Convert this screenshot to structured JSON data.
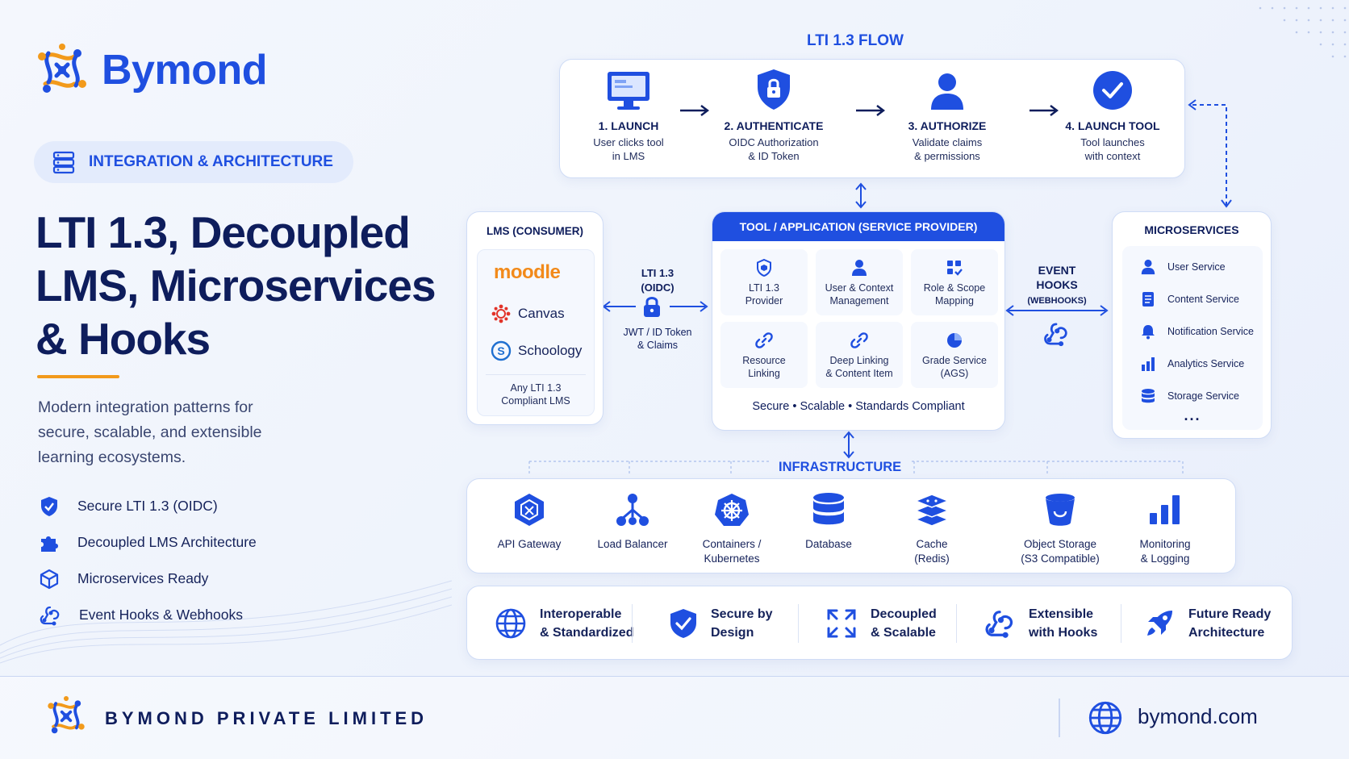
{
  "brand": {
    "name": "Bymond"
  },
  "tag": {
    "label": "INTEGRATION & ARCHITECTURE"
  },
  "title": {
    "line1": "LTI 1.3, Decoupled",
    "line2": "LMS, Microservices",
    "line3": "& Hooks"
  },
  "description": "Modern integration patterns for secure, scalable, and extensible learning ecosystems.",
  "features": [
    {
      "label": "Secure LTI 1.3 (OIDC)",
      "icon": "shield-icon"
    },
    {
      "label": "Decoupled LMS Architecture",
      "icon": "puzzle-icon"
    },
    {
      "label": "Microservices Ready",
      "icon": "cube-icon"
    },
    {
      "label": "Event Hooks & Webhooks",
      "icon": "webhook-icon"
    }
  ],
  "flow": {
    "title": "LTI 1.3 FLOW",
    "steps": [
      {
        "title": "1. LAUNCH",
        "line1": "User clicks tool",
        "line2": "in LMS",
        "icon": "monitor-icon"
      },
      {
        "title": "2. AUTHENTICATE",
        "line1": "OIDC Authorization",
        "line2": "& ID Token",
        "icon": "shield-lock-icon"
      },
      {
        "title": "3. AUTHORIZE",
        "line1": "Validate claims",
        "line2": "& permissions",
        "icon": "user-icon"
      },
      {
        "title": "4. LAUNCH TOOL",
        "line1": "Tool launches",
        "line2": "with context",
        "icon": "check-circle-icon"
      }
    ]
  },
  "lms": {
    "header": "LMS (CONSUMER)",
    "items": [
      "moodle",
      "Canvas",
      "Schoology"
    ],
    "footer1": "Any LTI 1.3",
    "footer2": "Compliant LMS"
  },
  "lti_link": {
    "line1": "LTI 1.3",
    "line2": "(OIDC)",
    "sub1": "JWT / ID Token",
    "sub2": "& Claims"
  },
  "tool": {
    "header": "TOOL / APPLICATION (SERVICE PROVIDER)",
    "cells": [
      {
        "l1": "LTI 1.3",
        "l2": "Provider",
        "icon": "cube-shield-icon"
      },
      {
        "l1": "User & Context",
        "l2": "Management",
        "icon": "user-icon"
      },
      {
        "l1": "Role & Scope",
        "l2": "Mapping",
        "icon": "grid-check-icon"
      },
      {
        "l1": "Resource",
        "l2": "Linking",
        "icon": "link-icon"
      },
      {
        "l1": "Deep Linking",
        "l2": "& Content Item",
        "icon": "link-icon"
      },
      {
        "l1": "Grade Service",
        "l2": "(AGS)",
        "icon": "pie-icon"
      }
    ],
    "footer": "Secure • Scalable • Standards Compliant"
  },
  "hooks": {
    "line1": "EVENT",
    "line2": "HOOKS",
    "line3": "(WEBHOOKS)"
  },
  "micro": {
    "header": "MICROSERVICES",
    "items": [
      {
        "label": "User Service",
        "icon": "user-icon"
      },
      {
        "label": "Content Service",
        "icon": "document-icon"
      },
      {
        "label": "Notification Service",
        "icon": "bell-icon"
      },
      {
        "label": "Analytics Service",
        "icon": "bar-chart-icon"
      },
      {
        "label": "Storage Service",
        "icon": "database-icon"
      }
    ],
    "more": "..."
  },
  "infra": {
    "title": "INFRASTRUCTURE",
    "items": [
      {
        "l1": "API Gateway",
        "l2": "",
        "icon": "gateway-icon"
      },
      {
        "l1": "Load Balancer",
        "l2": "",
        "icon": "load-balancer-icon"
      },
      {
        "l1": "Containers /",
        "l2": "Kubernetes",
        "icon": "kubernetes-icon"
      },
      {
        "l1": "Database",
        "l2": "",
        "icon": "database-icon"
      },
      {
        "l1": "Cache",
        "l2": "(Redis)",
        "icon": "layers-icon"
      },
      {
        "l1": "Object Storage",
        "l2": "(S3 Compatible)",
        "icon": "bucket-icon"
      },
      {
        "l1": "Monitoring",
        "l2": "& Logging",
        "icon": "bar-chart-icon"
      }
    ]
  },
  "benefits": [
    {
      "l1": "Interoperable",
      "l2": "& Standardized",
      "icon": "globe-icon"
    },
    {
      "l1": "Secure by",
      "l2": "Design",
      "icon": "shield-check-icon"
    },
    {
      "l1": "Decoupled",
      "l2": "& Scalable",
      "icon": "expand-icon"
    },
    {
      "l1": "Extensible",
      "l2": "with Hooks",
      "icon": "webhook-icon"
    },
    {
      "l1": "Future Ready",
      "l2": "Architecture",
      "icon": "rocket-icon"
    }
  ],
  "footer": {
    "company": "BYMOND PRIVATE LIMITED",
    "website": "bymond.com"
  },
  "colors": {
    "accent": "#1f4fe0",
    "navy": "#0e1d5c",
    "orange": "#f29a1b"
  }
}
